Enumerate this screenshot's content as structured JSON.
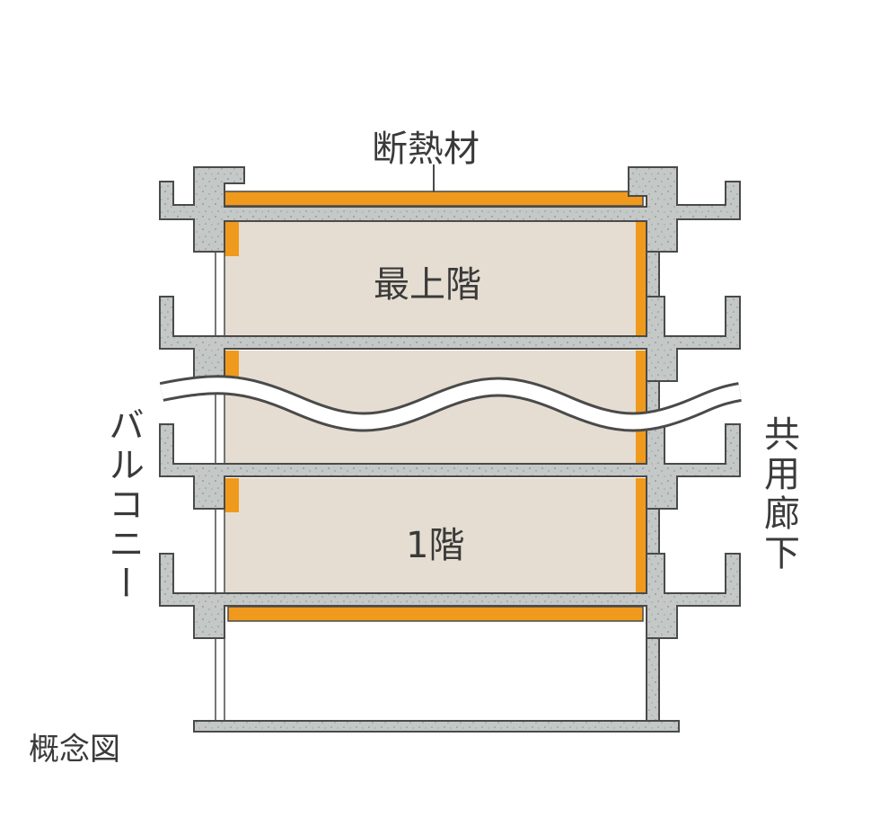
{
  "labels": {
    "insulation": "断熱材",
    "top_floor": "最上階",
    "first_floor": "1階",
    "balcony": "バルコニー",
    "corridor": "共用廊下",
    "concept": "概念図"
  },
  "colors": {
    "concrete": "#c4c8c7",
    "outline": "#4a4a4a",
    "insulation": "#ef9a1c",
    "interior": "#e5ddd1",
    "text": "#3a3a3a"
  }
}
